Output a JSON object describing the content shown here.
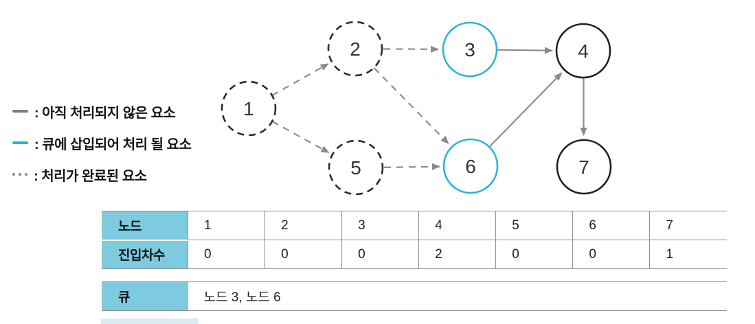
{
  "legend": {
    "items": [
      {
        "name": "unprocessed",
        "marker": "solid-gray-line",
        "label": ": 아직 처리되지 않은 요소"
      },
      {
        "name": "queued",
        "marker": "solid-cyan-line",
        "label": ": 큐에 삽입되어 처리 될 요소"
      },
      {
        "name": "completed",
        "marker": "dotted-gray-line",
        "label": ": 처리가 완료된 요소"
      }
    ]
  },
  "graph": {
    "nodes": [
      {
        "label": "1",
        "state": "completed"
      },
      {
        "label": "2",
        "state": "completed"
      },
      {
        "label": "3",
        "state": "queued"
      },
      {
        "label": "4",
        "state": "unprocessed"
      },
      {
        "label": "5",
        "state": "completed"
      },
      {
        "label": "6",
        "state": "queued"
      },
      {
        "label": "7",
        "state": "unprocessed"
      }
    ],
    "edges": [
      {
        "from": "1",
        "to": "2",
        "style": "dashed"
      },
      {
        "from": "1",
        "to": "5",
        "style": "dashed"
      },
      {
        "from": "2",
        "to": "3",
        "style": "dashed"
      },
      {
        "from": "2",
        "to": "6",
        "style": "dashed"
      },
      {
        "from": "5",
        "to": "6",
        "style": "dashed"
      },
      {
        "from": "3",
        "to": "4",
        "style": "solid"
      },
      {
        "from": "6",
        "to": "4",
        "style": "solid"
      },
      {
        "from": "4",
        "to": "7",
        "style": "solid"
      }
    ]
  },
  "indegree_table": {
    "row_headers": [
      "노드",
      "진입차수"
    ],
    "node_row": [
      "1",
      "2",
      "3",
      "4",
      "5",
      "6",
      "7"
    ],
    "indegree_row": [
      "0",
      "0",
      "0",
      "2",
      "0",
      "0",
      "1"
    ]
  },
  "queue_table": {
    "header": "큐",
    "value": "노드 3, 노드 6"
  },
  "colors": {
    "queued_accent": "#29b4d6",
    "table_header_bg": "#7ecbe0",
    "edge_gray": "#8d8d8d",
    "legend_gray_line": "#7c7f82"
  }
}
